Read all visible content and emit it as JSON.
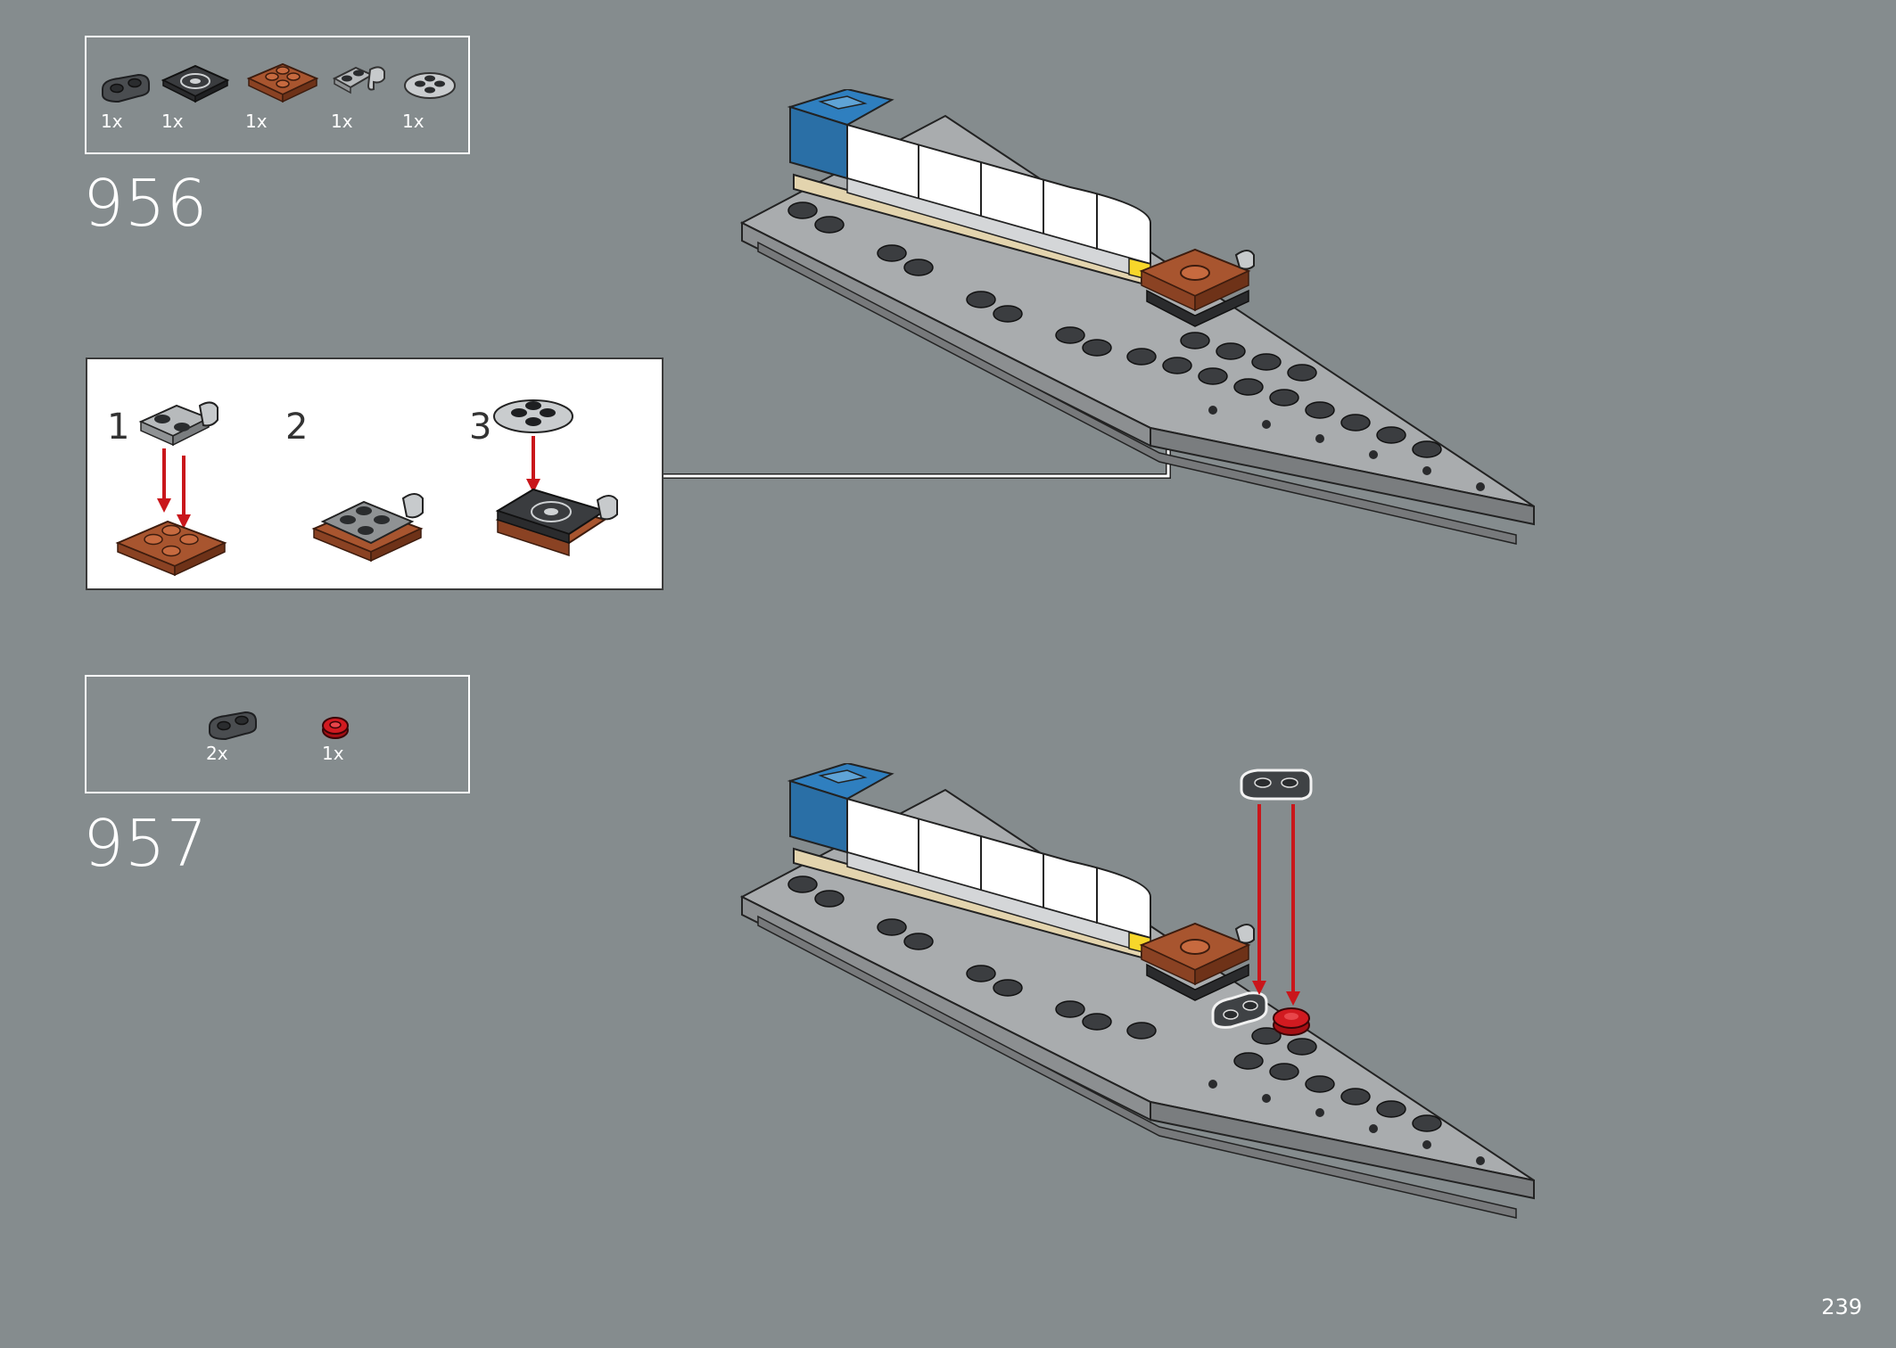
{
  "page_number": "239",
  "colors": {
    "background": "#858c8e",
    "dark_gray": "#4a4d50",
    "light_gray": "#a9acae",
    "reddish_brown": "#9c4f2d",
    "blue": "#2f7fbf",
    "white": "#ffffff",
    "tan": "#e3d4ae",
    "yellow": "#f7d72a",
    "red": "#c9161b",
    "arrow_red": "#c9161b"
  },
  "steps": [
    {
      "number": "956",
      "parts": [
        {
          "icon": "dark-gray-round-plate-1x2",
          "qty": "1x"
        },
        {
          "icon": "black-turntable-plate-2x2",
          "qty": "1x"
        },
        {
          "icon": "reddish-brown-plate-2x2",
          "qty": "1x"
        },
        {
          "icon": "light-gray-plate-clip-1x2",
          "qty": "1x"
        },
        {
          "icon": "light-gray-round-plate-2x2",
          "qty": "1x"
        }
      ],
      "substeps": [
        "1",
        "2",
        "3"
      ]
    },
    {
      "number": "957",
      "parts": [
        {
          "icon": "dark-gray-round-plate-1x2",
          "qty": "2x"
        },
        {
          "icon": "red-round-plate-1x1",
          "qty": "1x"
        }
      ]
    }
  ]
}
